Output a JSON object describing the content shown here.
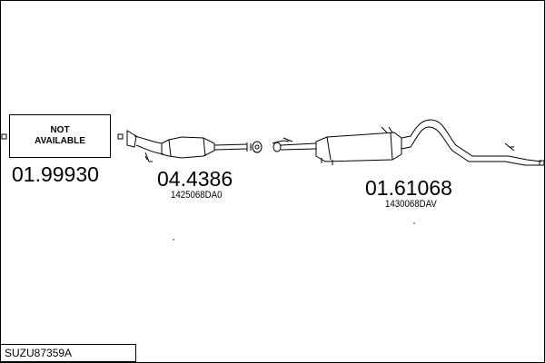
{
  "diagram_code": "SUZU87359A",
  "parts": [
    {
      "part_number": "01.99930",
      "status_lines": [
        "NOT",
        "AVAILABLE"
      ]
    },
    {
      "part_number": "04.4386",
      "oe_number": "1425068DA0"
    },
    {
      "part_number": "01.61068",
      "oe_number": "1430068DAV"
    }
  ]
}
